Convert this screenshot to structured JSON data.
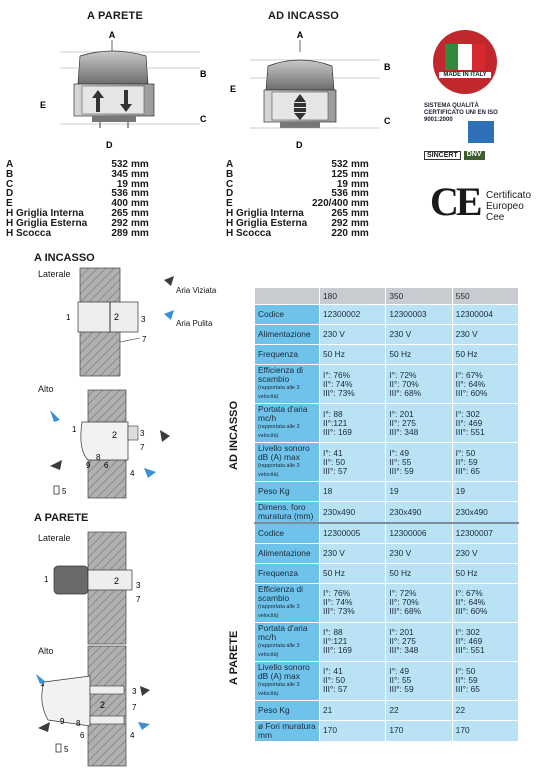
{
  "top": {
    "parete_title": "A PARETE",
    "incasso_title": "AD INCASSO",
    "dim_letters": [
      "A",
      "B",
      "C",
      "D",
      "E"
    ]
  },
  "dims_parete": [
    {
      "k": "A",
      "v": "532",
      "u": "mm"
    },
    {
      "k": "B",
      "v": "345",
      "u": "mm"
    },
    {
      "k": "C",
      "v": "19",
      "u": "mm"
    },
    {
      "k": "D",
      "v": "536",
      "u": "mm"
    },
    {
      "k": "E",
      "v": "400",
      "u": "mm"
    },
    {
      "k": "H Griglia Interna",
      "v": "265",
      "u": "mm"
    },
    {
      "k": "H Griglia Esterna",
      "v": "292",
      "u": "mm"
    },
    {
      "k": "H Scocca",
      "v": "289",
      "u": "mm"
    }
  ],
  "dims_incasso": [
    {
      "k": "A",
      "v": "532",
      "u": "mm"
    },
    {
      "k": "B",
      "v": "125",
      "u": "mm"
    },
    {
      "k": "C",
      "v": "19",
      "u": "mm"
    },
    {
      "k": "D",
      "v": "536",
      "u": "mm"
    },
    {
      "k": "E",
      "v": "220/400",
      "u": "mm"
    },
    {
      "k": "H Griglia Interna",
      "v": "265",
      "u": "mm"
    },
    {
      "k": "H Griglia Esterna",
      "v": "292",
      "u": "mm"
    },
    {
      "k": "H Scocca",
      "v": "220",
      "u": "mm"
    }
  ],
  "badges": {
    "made_in_italy": "MADE IN ITALY",
    "cert_text": "SISTEMA QUALITÀ CERTIFICATO UNI EN ISO 9001:2000",
    "sincert": "SINCERT",
    "dnv": "DNV",
    "ce_mark": "CE",
    "ce_text": [
      "Certificato",
      "Europeo",
      "Cee"
    ]
  },
  "legend": {
    "aria_viziata": "Aria Viziata",
    "aria_pulita": "Aria Pulita",
    "colors": {
      "viziata": "#3b3b3b",
      "pulita": "#3a8fd6"
    }
  },
  "sections": {
    "incasso": "A INCASSO",
    "parete": "A PARETE",
    "laterale": "Laterale",
    "alto": "Alto",
    "part5": "5"
  },
  "spec_table": {
    "columns": [
      "180",
      "350",
      "550"
    ],
    "ad_incasso_label": "AD INCASSO",
    "a_parete_label": "A PARETE",
    "incasso_rows": [
      {
        "name": "Codice",
        "vals": [
          "12300002",
          "12300003",
          "12300004"
        ]
      },
      {
        "name": "Alimentazione",
        "vals": [
          "230 V",
          "230 V",
          "230 V"
        ]
      },
      {
        "name": "Frequenza",
        "vals": [
          "50 Hz",
          "50 Hz",
          "50 Hz"
        ]
      },
      {
        "name": "Efficienza di scambio",
        "sub": "(rapportata alle 3 velocità)",
        "vals": [
          "I°: 76%\nII°: 74%\nIII°: 73%",
          "I°: 72%\nII°: 70%\nIII°: 68%",
          "I°: 67%\nII°: 64%\nIII°: 60%"
        ]
      },
      {
        "name": "Portata d'aria mc/h",
        "sub": "(rapportata alle 3 velocità)",
        "vals": [
          "I°: 88\nII°:121\nIII°: 169",
          "I°: 201\nII°: 275\nIII°: 348",
          "I°: 302\nII°: 469\nIII°: 551"
        ]
      },
      {
        "name": "Livello sonoro dB (A) max",
        "sub": "(rapportata alle 3 velocità)",
        "vals": [
          "I°: 41\nII°: 50\nIII°: 57",
          "I°: 49\nII°: 55\nIII°: 59",
          "I°: 50\nII°: 59\nIII°: 65"
        ]
      },
      {
        "name": "Peso Kg",
        "vals": [
          "18",
          "19",
          "19"
        ]
      },
      {
        "name": "Dimens. foro muratura (mm)",
        "vals": [
          "230x490",
          "230x490",
          "230x490"
        ]
      }
    ],
    "parete_rows": [
      {
        "name": "Codice",
        "vals": [
          "12300005",
          "12300006",
          "12300007"
        ]
      },
      {
        "name": "Alimentazione",
        "vals": [
          "230 V",
          "230 V",
          "230 V"
        ]
      },
      {
        "name": "Frequenza",
        "vals": [
          "50 Hz",
          "50 Hz",
          "50 Hz"
        ]
      },
      {
        "name": "Efficienza di scambio",
        "sub": "(rapportata alle 3 velocità)",
        "vals": [
          "I°: 76%\nII°: 74%\nIII°: 73%",
          "I°: 72%\nII°: 70%\nIII°: 68%",
          "I°: 67%\nII°: 64%\nIII°: 60%"
        ]
      },
      {
        "name": "Portata d'aria mc/h",
        "sub": "(rapportata alle 3 velocità)",
        "vals": [
          "I°: 88\nII°:121\nIII°: 169",
          "I°: 201\nII°: 275\nIII°: 348",
          "I°: 302\nII°: 469\nIII°: 551"
        ]
      },
      {
        "name": "Livello sonoro dB (A) max",
        "sub": "(rapportata alle 3 velocità)",
        "vals": [
          "I°: 41\nII°: 50\nIII°: 57",
          "I°: 49\nII°: 55\nIII°: 59",
          "I°: 50\nII°: 59\nIII°: 65"
        ]
      },
      {
        "name": "Peso Kg",
        "vals": [
          "21",
          "22",
          "22"
        ]
      },
      {
        "name": "ø Fori muratura mm",
        "vals": [
          "170",
          "170",
          "170"
        ]
      }
    ]
  }
}
